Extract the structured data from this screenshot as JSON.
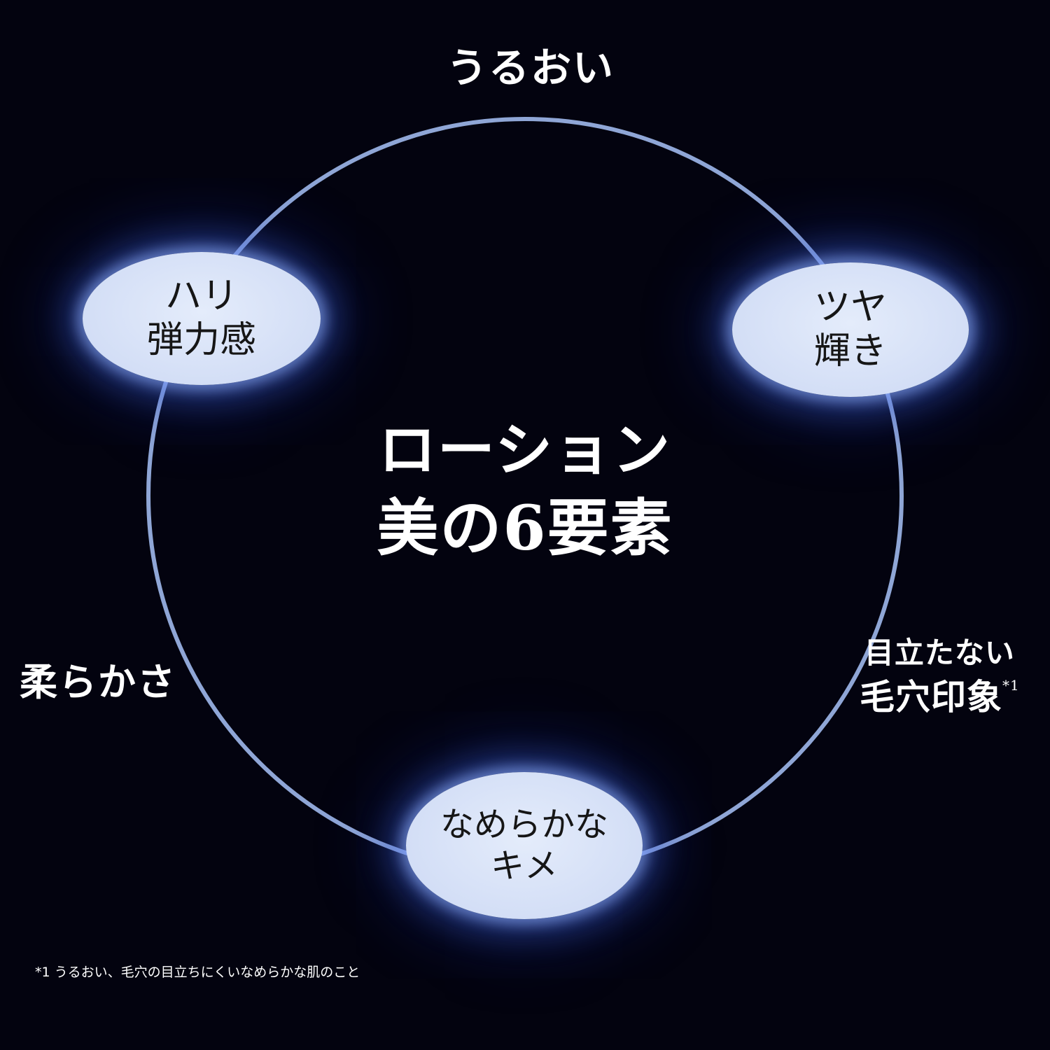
{
  "diagram": {
    "colors": {
      "background": "#03030f",
      "ring": "#8fa6d6",
      "bubble_fill": "#d8e2f7",
      "bubble_glow": "#3c64e0",
      "text_light": "#ffffff",
      "text_dark": "#161616"
    },
    "center": {
      "line1": "ローション",
      "line2": "美の6要素"
    },
    "top_label": "うるおい",
    "left_label": "柔らかさ",
    "right_label": {
      "line1": "目立たない",
      "line2": "毛穴印象",
      "mark": "*1"
    },
    "bubbles": {
      "hari": {
        "line1": "ハリ",
        "line2": "弾力感"
      },
      "tsuya": {
        "line1": "ツヤ",
        "line2": "輝き"
      },
      "kime": {
        "line1": "なめらかな",
        "line2": "キメ"
      }
    },
    "footnote": "*1 うるおい、毛穴の目立ちにくいなめらかな肌のこと"
  }
}
